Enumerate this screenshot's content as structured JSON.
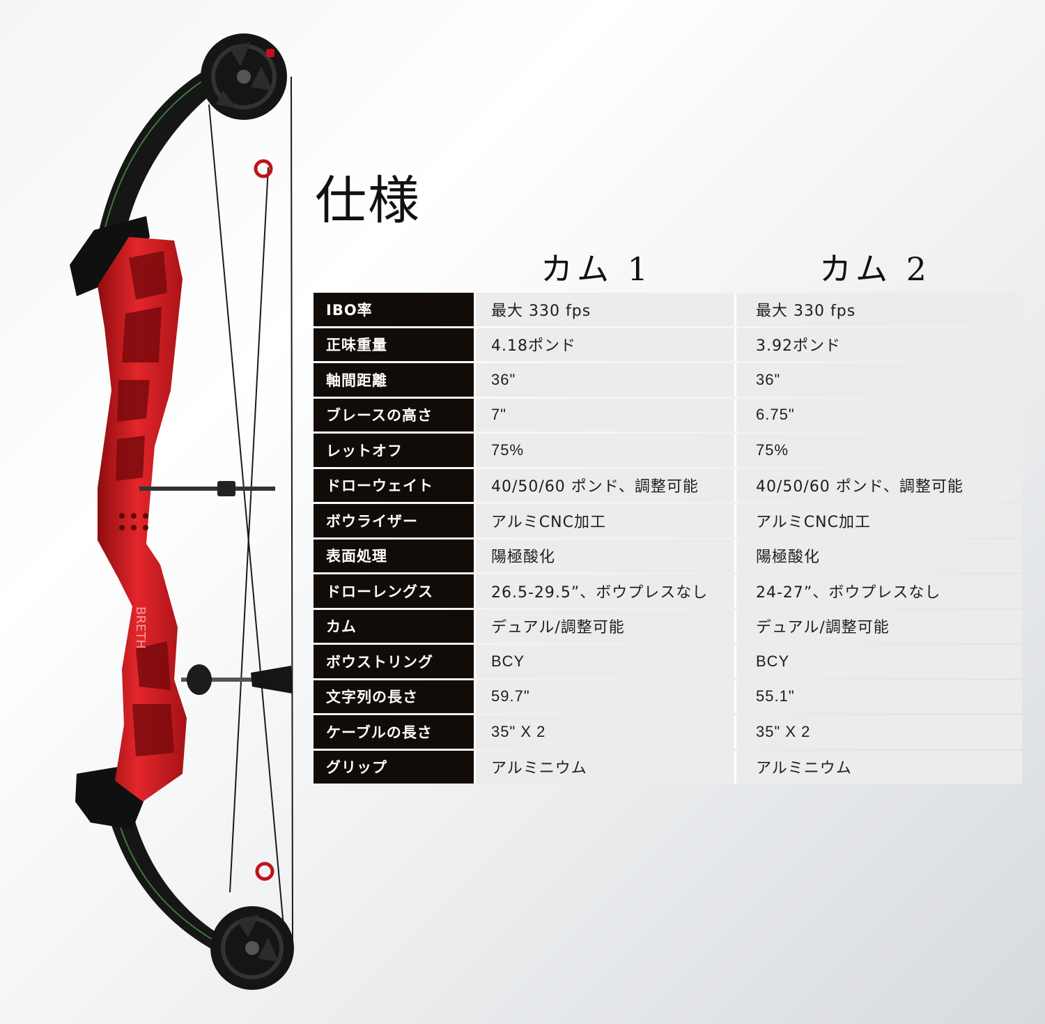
{
  "title": "仕様",
  "columns": {
    "cam1": "カム 1",
    "cam2": "カム 2"
  },
  "rows": [
    {
      "label": "IBO率",
      "cam1": "最大 330 fps",
      "cam2": "最大 330 fps"
    },
    {
      "label": "正味重量",
      "cam1": "4.18ポンド",
      "cam2": "3.92ポンド"
    },
    {
      "label": "軸間距離",
      "cam1": "36\"",
      "cam2": "36\""
    },
    {
      "label": "ブレースの高さ",
      "cam1": "7\"",
      "cam2": "6.75\""
    },
    {
      "label": "レットオフ",
      "cam1": "75%",
      "cam2": "75%"
    },
    {
      "label": "ドローウェイト",
      "cam1": "40/50/60 ポンド、調整可能",
      "cam2": "40/50/60 ポンド、調整可能"
    },
    {
      "label": "ボウライザー",
      "cam1": "アルミCNC加工",
      "cam2": "アルミCNC加工"
    },
    {
      "label": "表面処理",
      "cam1": "陽極酸化",
      "cam2": "陽極酸化"
    },
    {
      "label": "ドローレングス",
      "cam1": "26.5-29.5”、ボウプレスなし",
      "cam2": "24-27”、ボウプレスなし"
    },
    {
      "label": "カム",
      "cam1": "デュアル/調整可能",
      "cam2": "デュアル/調整可能"
    },
    {
      "label": "ボウストリング",
      "cam1": "BCY",
      "cam2": "BCY"
    },
    {
      "label": "文字列の長さ",
      "cam1": "59.7\"",
      "cam2": "55.1\""
    },
    {
      "label": "ケーブルの長さ",
      "cam1": "35\" X 2",
      "cam2": "35\" X 2"
    },
    {
      "label": "グリップ",
      "cam1": "アルミニウム",
      "cam2": "アルミニウム"
    }
  ],
  "bow": {
    "riser_color": "#d8191f",
    "limb_color": "#161616",
    "brand_text": "BRETH"
  }
}
